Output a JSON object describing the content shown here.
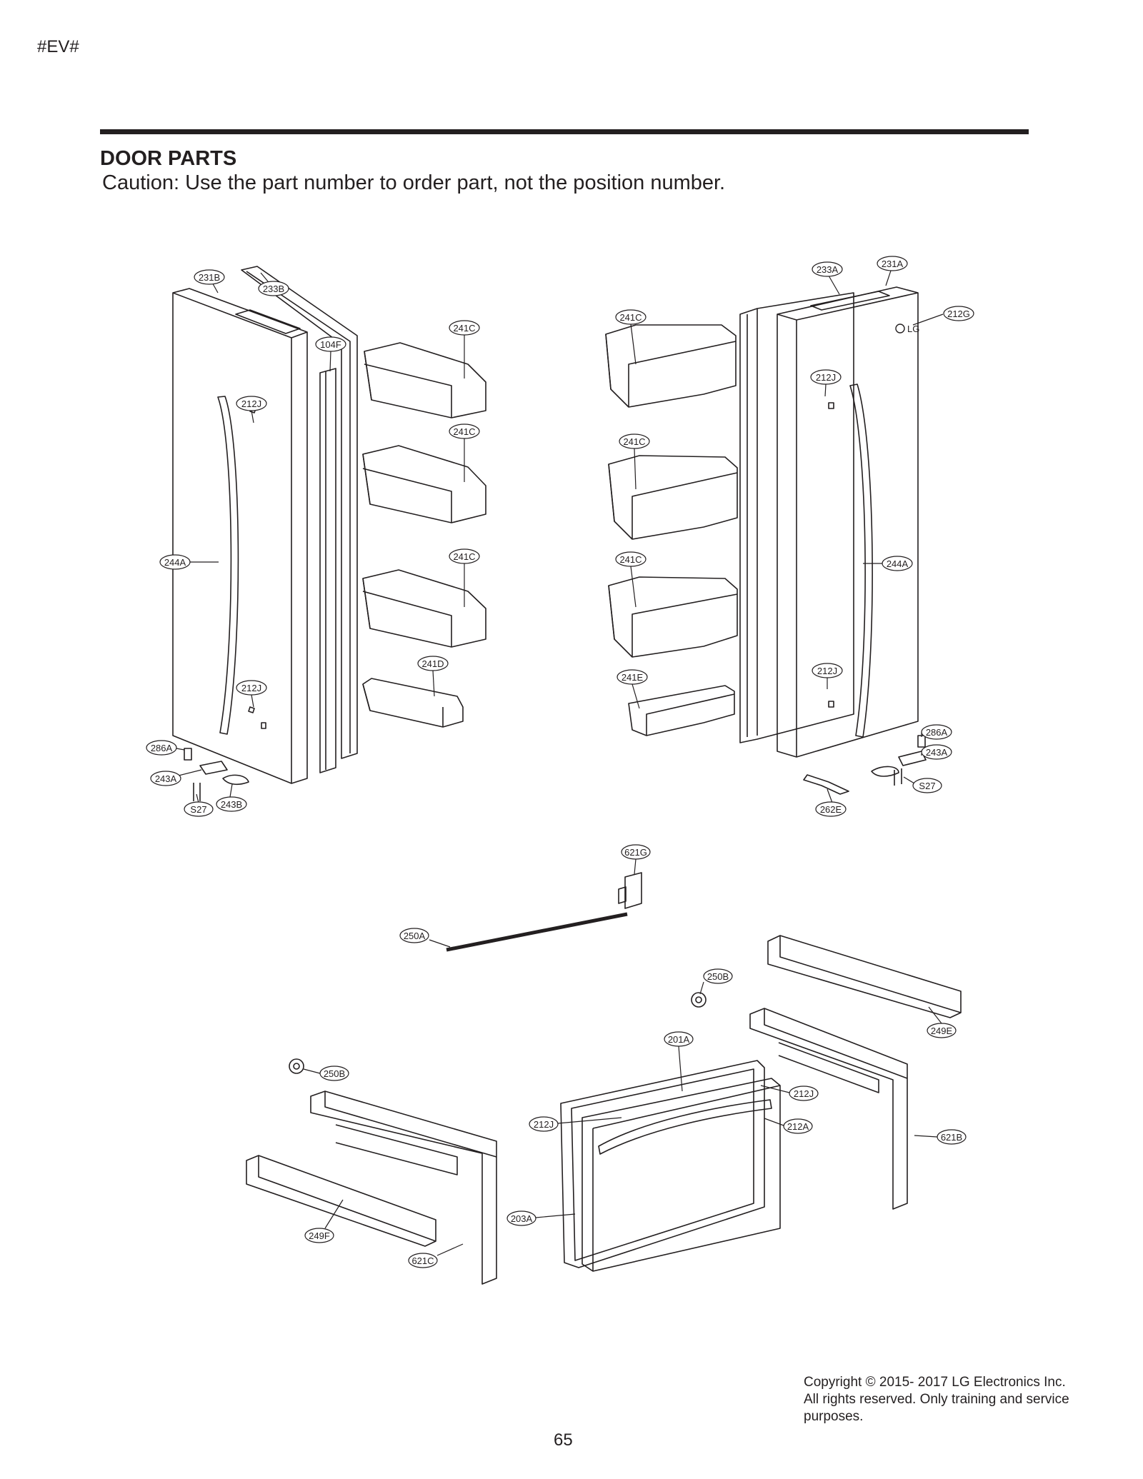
{
  "header": {
    "page_code": "#EV#"
  },
  "section": {
    "title": "DOOR PARTS",
    "caution": "Caution: Use the part number to order part, not the position number."
  },
  "callouts": {
    "l_231B": "231B",
    "l_233B": "233B",
    "l_104F": "104F",
    "l_212J_a": "212J",
    "l_212J_b": "212J",
    "l_244A": "244A",
    "l_286A": "286A",
    "l_243A": "243A",
    "l_S27": "S27",
    "l_243B": "243B",
    "c_241C_1": "241C",
    "c_241C_2": "241C",
    "c_241C_3": "241C",
    "c_241D": "241D",
    "c_241C_4": "241C",
    "c_241C_5": "241C",
    "c_241C_6": "241C",
    "c_241E": "241E",
    "r_233A": "233A",
    "r_231A": "231A",
    "r_212G": "212G",
    "r_212J_a": "212J",
    "r_212J_b": "212J",
    "r_244A": "244A",
    "r_286A": "286A",
    "r_243A": "243A",
    "r_S27": "S27",
    "r_262E": "262E",
    "b_621G": "621G",
    "b_250A": "250A",
    "b_250B_r": "250B",
    "b_249E": "249E",
    "b_201A": "201A",
    "b_212J_r": "212J",
    "b_212J_l": "212J",
    "b_212A": "212A",
    "b_621B": "621B",
    "b_203A": "203A",
    "b_250B_l": "250B",
    "b_249F": "249F",
    "b_621C": "621C"
  },
  "footer": {
    "page_number": "65",
    "copyright_lines": [
      "Copyright © 2015- 2017 LG Electronics Inc.",
      "All rights reserved. Only training and service",
      "purposes."
    ]
  },
  "logo": {
    "text": "LG"
  }
}
